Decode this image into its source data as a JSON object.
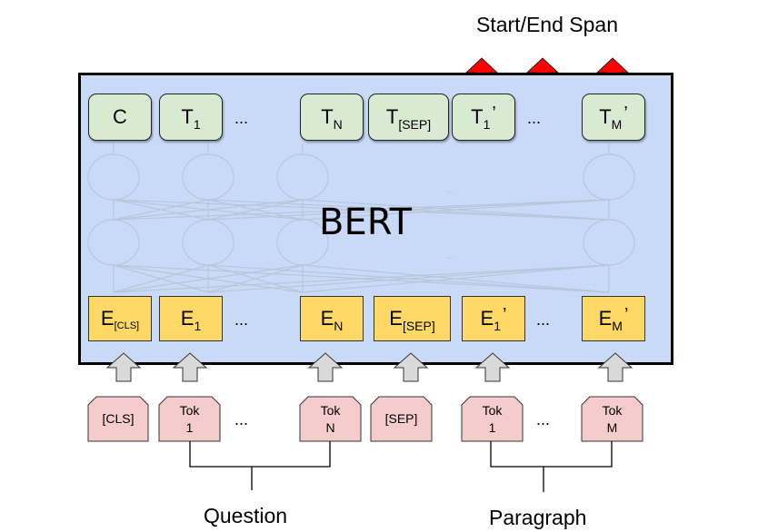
{
  "title": "Start/End Span",
  "model_label": "BERT",
  "output_tokens": [
    {
      "main": "C",
      "sub": "",
      "prime": ""
    },
    {
      "main": "T",
      "sub": "1",
      "prime": ""
    },
    {
      "main": "T",
      "sub": "N",
      "prime": ""
    },
    {
      "main": "T",
      "sub": "[SEP]",
      "prime": ""
    },
    {
      "main": "T",
      "sub": "1",
      "prime": "’"
    },
    {
      "main": "T",
      "sub": "M",
      "prime": "’"
    }
  ],
  "embeddings": [
    {
      "main": "E",
      "sub": "[CLS]",
      "prime": ""
    },
    {
      "main": "E",
      "sub": "1",
      "prime": ""
    },
    {
      "main": "E",
      "sub": "N",
      "prime": ""
    },
    {
      "main": "E",
      "sub": "[SEP]",
      "prime": ""
    },
    {
      "main": "E",
      "sub": "1",
      "prime": "’"
    },
    {
      "main": "E",
      "sub": "M",
      "prime": "’"
    }
  ],
  "input_tokens": [
    {
      "line1": "[CLS]",
      "line2": ""
    },
    {
      "line1": "Tok",
      "line2": "1"
    },
    {
      "line1": "Tok",
      "line2": "N"
    },
    {
      "line1": "[SEP]",
      "line2": ""
    },
    {
      "line1": "Tok",
      "line2": "1"
    },
    {
      "line1": "Tok",
      "line2": "M"
    }
  ],
  "ellipsis": "...",
  "segments": {
    "question": "Question",
    "paragraph": "Paragraph"
  },
  "colors": {
    "bert_bg": "#c9daf8",
    "output_token": "#d9ead3",
    "embedding": "#ffd966",
    "input_token": "#f4cccc",
    "span_arrow": "#ff0000",
    "input_arrow": "#d9d9d9"
  }
}
